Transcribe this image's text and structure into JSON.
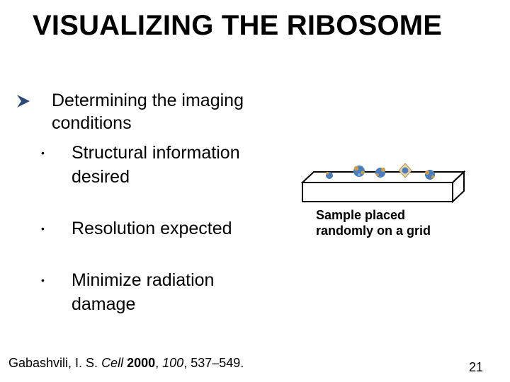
{
  "slide": {
    "title": "VISUALIZING THE RIBOSOME",
    "main_bullet": "Determining the imaging conditions",
    "sub_bullets": [
      "Structural information desired",
      "Resolution expected",
      "Minimize radiation damage"
    ],
    "bullet_symbol": "•",
    "figure_caption_line1": "Sample placed",
    "figure_caption_line2": "randomly on a grid",
    "citation": {
      "authors": "Gabashvili, I. S. ",
      "journal": "Cell",
      "year": " 2000",
      "sep1": ", ",
      "volume": "100",
      "pages": ", 537–549."
    },
    "page_number": "21"
  },
  "colors": {
    "arrow": "#2a4a7a",
    "particle_blue": "#4a7ec0",
    "particle_gold": "#d0a040"
  }
}
